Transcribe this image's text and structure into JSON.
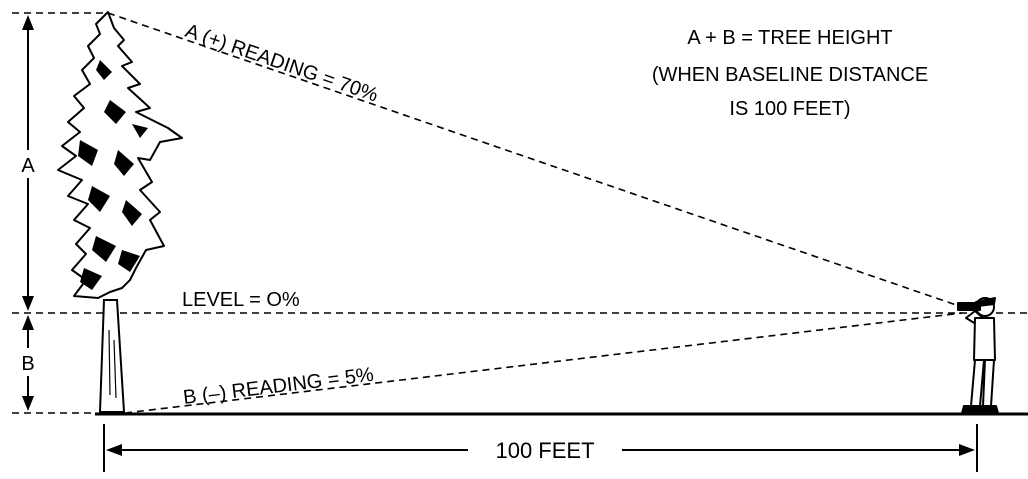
{
  "diagram": {
    "note_line1": "A + B = TREE HEIGHT",
    "note_line2": "(WHEN BASELINE DISTANCE",
    "note_line3": "IS 100 FEET)",
    "label_a": "A",
    "label_b": "B",
    "reading_a": "A (+) READING = 70%",
    "reading_level": "LEVEL = O%",
    "reading_b": "B (–) READING = 5%",
    "baseline_label": "100 FEET"
  }
}
